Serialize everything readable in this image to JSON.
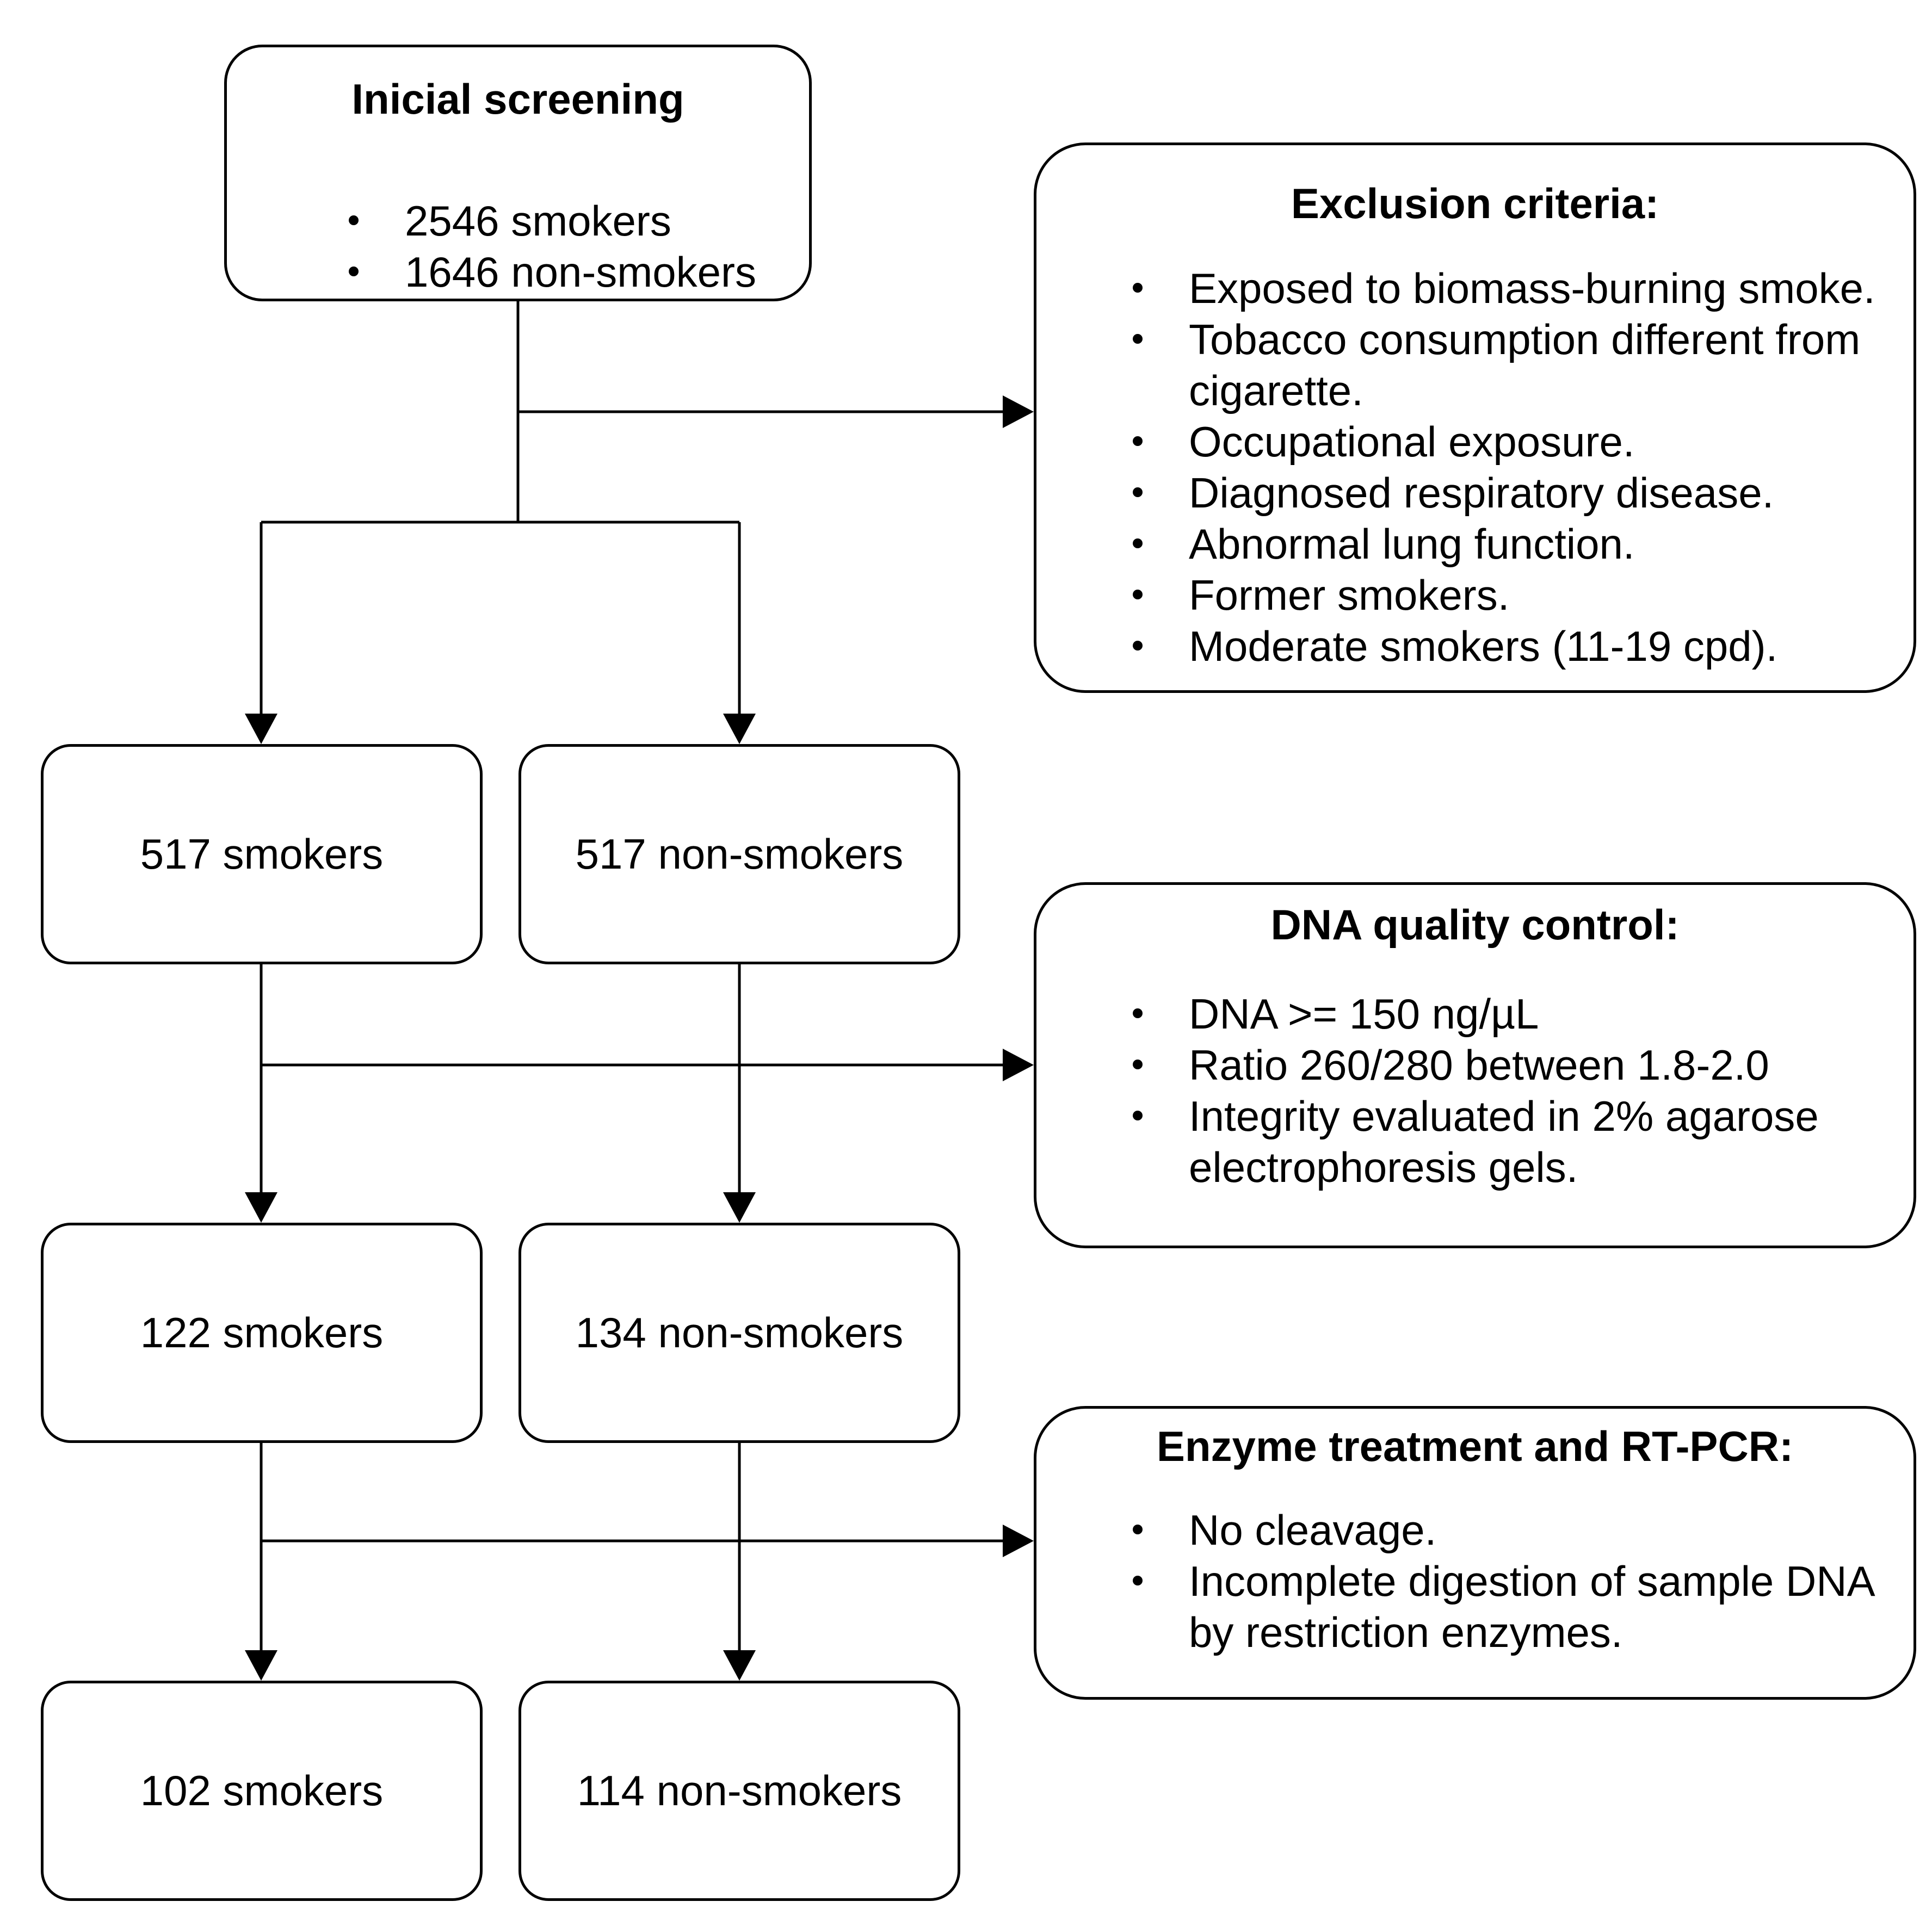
{
  "screening": {
    "title": "Inicial screening",
    "items": [
      "2546 smokers",
      "1646 non-smokers"
    ]
  },
  "exclusion": {
    "title": "Exclusion criteria:",
    "items": [
      "Exposed to biomass-burning smoke.",
      "Tobacco consumption different from cigarette.",
      "Occupational exposure.",
      "Diagnosed respiratory disease.",
      "Abnormal lung function.",
      "Former smokers.",
      "Moderate smokers (11-19 cpd)."
    ]
  },
  "dna_qc": {
    "title": "DNA quality control:",
    "items": [
      "DNA >= 150 ng/µL",
      "Ratio 260/280 between 1.8-2.0",
      "Integrity evaluated in 2% agarose electrophoresis gels."
    ]
  },
  "enzyme": {
    "title": "Enzyme treatment and RT-PCR:",
    "items": [
      "No cleavage.",
      "Incomplete digestion of sample DNA by restriction enzymes."
    ]
  },
  "stage1": {
    "smokers": "517 smokers",
    "non_smokers": "517 non-smokers"
  },
  "stage2": {
    "smokers": "122 smokers",
    "non_smokers": "134 non-smokers"
  },
  "stage3": {
    "smokers": "102 smokers",
    "non_smokers": "114 non-smokers"
  }
}
